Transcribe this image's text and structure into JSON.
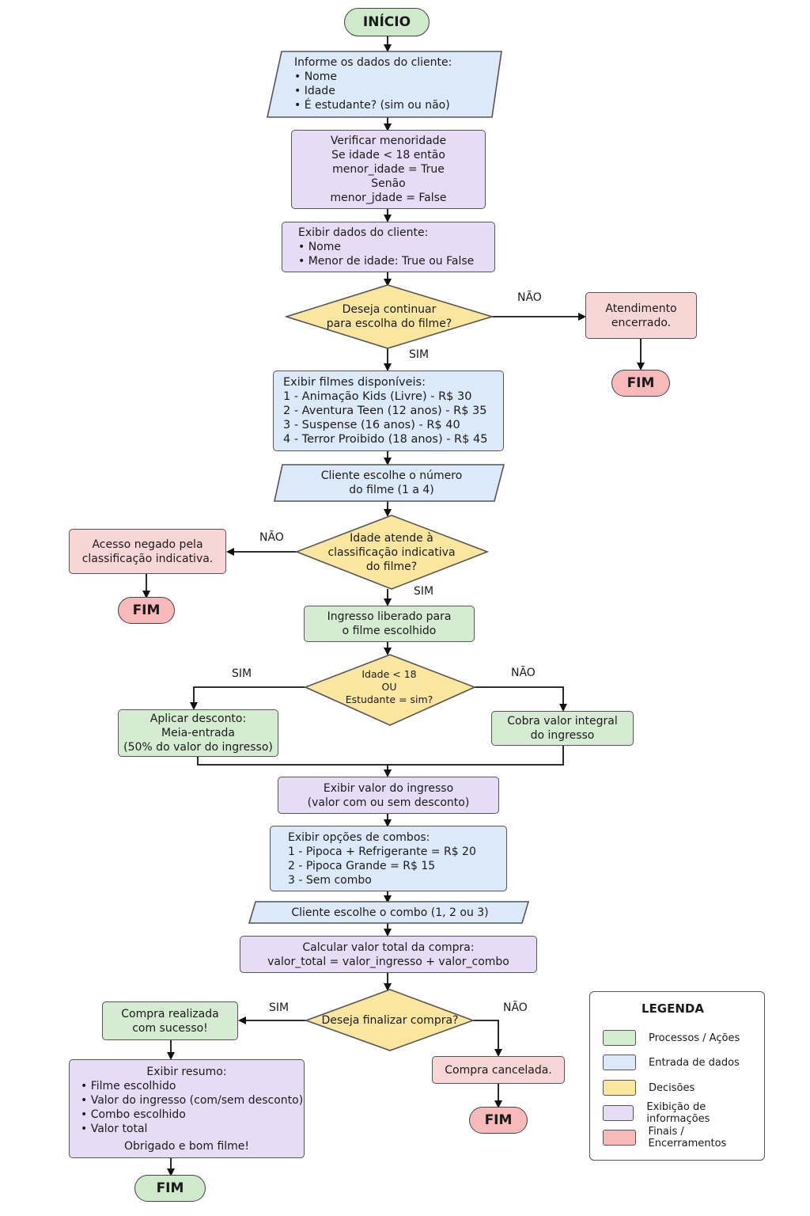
{
  "nodes": {
    "inicio": "INÍCIO",
    "input_cliente": "Informe os dados do cliente:\n• Nome\n• Idade\n• É estudante? (sim ou não)",
    "verificar": "Verificar menoridade\nSe idade < 18 então\nmenor_idade = True\nSenão\nmenor_jdade = False",
    "exibir_cliente": "Exibir dados do cliente:\n• Nome\n• Menor de idade: True ou False",
    "continuar": "Deseja continuar\npara escolha do filme?",
    "atendimento": "Atendimento\nencerrado.",
    "fim1": "FIM",
    "filmes": "Exibir filmes disponíveis:\n1 - Animação Kids (Livre) - R$ 30\n2 - Aventura Teen (12 anos) - R$ 35\n3 - Suspense (16 anos) - R$ 40\n4 - Terror Proibido (18 anos) - R$ 45",
    "escolhe_filme": "Cliente escolhe o número\ndo filme (1 a 4)",
    "classificacao": "Idade atende à\nclassificação indicativa\ndo filme?",
    "acesso_negado": "Acesso negado pela\nclassificação indicativa.",
    "fim2": "FIM",
    "ingresso_liberado": "Ingresso liberado para\no filme escolhido",
    "desconto_decisao": "Idade < 18\nOU\nEstudante = sim?",
    "aplicar_desconto": "Aplicar desconto:\nMeia-entrada\n(50% do valor do ingresso)",
    "valor_integral": "Cobra valor integral\ndo ingresso",
    "exibir_valor": "Exibir valor do ingresso\n(valor com ou sem desconto)",
    "combos": "Exibir opções de combos:\n1 - Pipoca + Refrigerante = R$ 20\n2 - Pipoca Grande = R$ 15\n3 - Sem combo",
    "escolhe_combo": "Cliente escolhe o combo (1, 2 ou 3)",
    "calcular": "Calcular valor total da compra:\nvalor_total = valor_ingresso + valor_combo",
    "finalizar": "Deseja finalizar compra?",
    "compra_ok": "Compra realizada\ncom sucesso!",
    "compra_cancelada": "Compra cancelada.",
    "fim3": "FIM",
    "resumo_title": "Exibir resumo:",
    "resumo_items": "• Filme escolhido\n• Valor do ingresso (com/sem desconto)\n• Combo escolhido\n• Valor total",
    "resumo_end": "Obrigado e bom filme!",
    "fim4": "FIM"
  },
  "labels": {
    "nao1": "NÃO",
    "sim1": "SIM",
    "nao2": "NÃO",
    "sim2": "SIM",
    "sim3": "SIM",
    "nao3": "NÃO",
    "sim4": "SIM",
    "nao4": "NÃO"
  },
  "legend": {
    "title": "LEGENDA",
    "items": [
      {
        "label": "Processos / Ações",
        "color": "#d6ecd2"
      },
      {
        "label": "Entrada de dados",
        "color": "#dce9f9"
      },
      {
        "label": "Decisões",
        "color": "#fbe6a0"
      },
      {
        "label": "Exibição de informações",
        "color": "#e7dcf6"
      },
      {
        "label": "Finais / Encerramentos",
        "color": "#f7b9b9"
      }
    ]
  },
  "colors": {
    "process": "#d6ecd2",
    "input": "#dce9f9",
    "decision": "#fbe6a0",
    "display": "#e7dcf6",
    "end": "#f9d6d6"
  }
}
